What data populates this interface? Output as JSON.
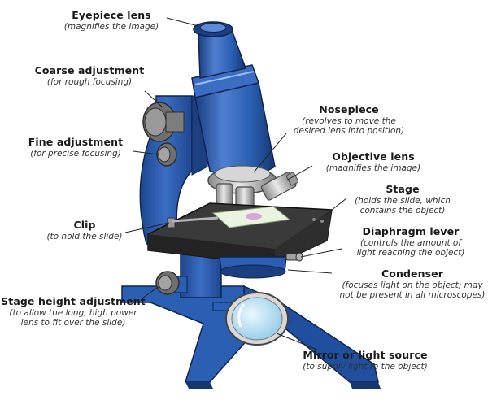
{
  "labels": {
    "eyepiece": {
      "title": "Eyepiece lens",
      "desc": "(magnifies the image)"
    },
    "coarse": {
      "title": "Coarse adjustment",
      "desc": "(for rough focusing)"
    },
    "fine": {
      "title": "Fine adjustment",
      "desc": "(for precise focusing)"
    },
    "clip": {
      "title": "Clip",
      "desc": "(to hold the slide)"
    },
    "stage_height": {
      "title": "Stage height adjustment",
      "desc1": "(to allow the long, high power",
      "desc2": "lens to fit over the slide)"
    },
    "nosepiece": {
      "title": "Nosepiece",
      "desc1": "(revolves to move the",
      "desc2": "desired lens into position)"
    },
    "objective": {
      "title": "Objective lens",
      "desc": "(magnifies the image)"
    },
    "stage": {
      "title": "Stage",
      "desc1": "(holds the slide, which",
      "desc2": "contains the object)"
    },
    "diaphragm": {
      "title": "Diaphragm lever",
      "desc1": "(controls the amount of",
      "desc2": "light reaching the object)"
    },
    "condenser": {
      "title": "Condenser",
      "desc1": "(focuses light on the object; may",
      "desc2": "not be present in all microscopes)"
    },
    "mirror": {
      "title": "Mirror or light source",
      "desc": "(to supply light to the object)"
    }
  },
  "colors": {
    "body_blue": "#2b5fb3",
    "body_dark": "#16376f",
    "body_light": "#5d8ad6",
    "stage_dark": "#3a3a3a",
    "knob_gray": "#8c8c8c",
    "lens_silver": "#c9c9c9",
    "mirror_glass": "#bfe3f5"
  }
}
